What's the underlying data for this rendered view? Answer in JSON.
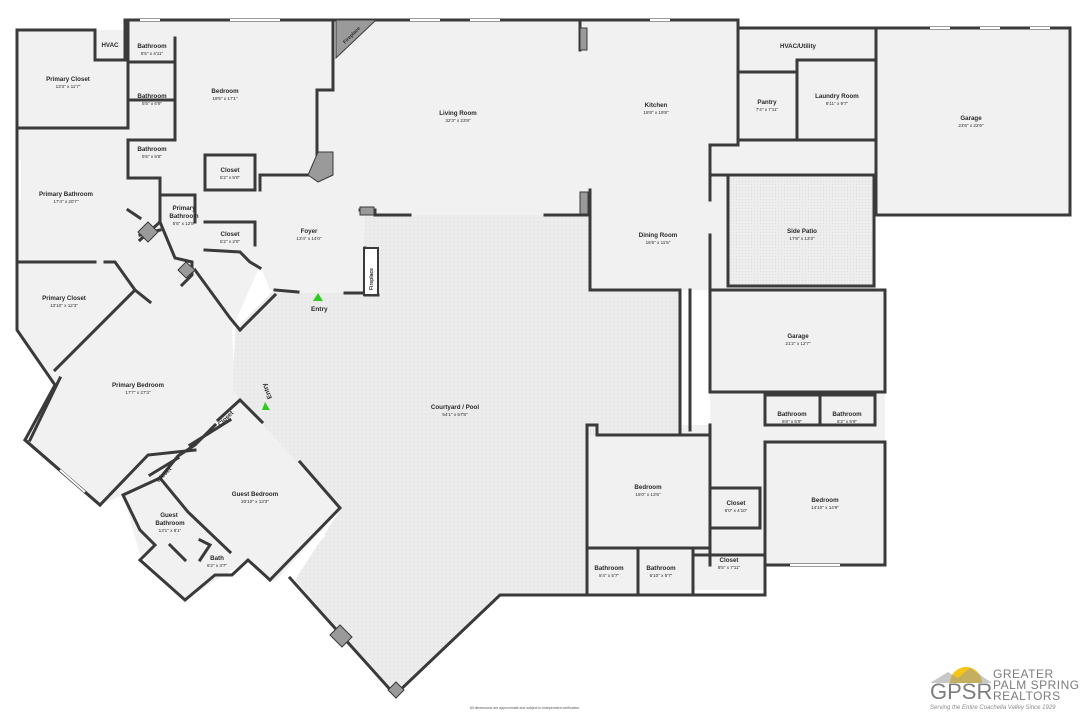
{
  "rooms": {
    "hvac": {
      "name": "HVAC"
    },
    "bath1": {
      "name": "Bathroom",
      "dim": "5'5\" x 4'11\""
    },
    "primary_closet": {
      "name": "Primary Closet",
      "dim": "13'3\" x 11'7\""
    },
    "bath2": {
      "name": "Bathroom",
      "dim": "5'5\" x 6'9\""
    },
    "bedroom_nw": {
      "name": "Bedroom",
      "dim": "19'5\" x 17'1\""
    },
    "bath3": {
      "name": "Bathroom",
      "dim": "5'5\" x 5'8\""
    },
    "closet_a": {
      "name": "Closet",
      "dim": "5'2\" x 5'0\""
    },
    "primary_bathroom": {
      "name": "Primary Bathroom",
      "dim": "17'4\" x 20'7\""
    },
    "primary_bathroom_small": {
      "name": "Primary Bathroom",
      "dim": "5'5\" x 12'8\""
    },
    "closet_b": {
      "name": "Closet",
      "dim": "5'2\" x 2'0\""
    },
    "foyer": {
      "name": "Foyer",
      "dim": "13'4\" x 14'0\""
    },
    "primary_closet2": {
      "name": "Primary Closet",
      "dim": "13'10\" x 12'3\""
    },
    "primary_bedroom": {
      "name": "Primary Bedroom",
      "dim": "17'7\" x 27'3\""
    },
    "living_room": {
      "name": "Living Room",
      "dim": "32'3\" x 23'8\""
    },
    "kitchen": {
      "name": "Kitchen",
      "dim": "18'8\" x 19'8\""
    },
    "hvac_utility": {
      "name": "HVAC/Utility"
    },
    "pantry": {
      "name": "Pantry",
      "dim": "7'4\" x 7'11\""
    },
    "laundry": {
      "name": "Laundry Room",
      "dim": "8'11\" x 9'7\""
    },
    "garage1": {
      "name": "Garage",
      "dim": "23'6\" x 22'6\""
    },
    "dining": {
      "name": "Dining Room",
      "dim": "16'6\" x 11'5\""
    },
    "side_patio": {
      "name": "Side Patio",
      "dim": "17'8\" x 13'3\""
    },
    "garage2": {
      "name": "Garage",
      "dim": "21'2\" x 12'7\""
    },
    "courtyard": {
      "name": "Courtyard / Pool",
      "dim": "54'1\" x 57'8\""
    },
    "bath_e1": {
      "name": "Bathroom",
      "dim": "6'8\" x 5'9\""
    },
    "bath_e2": {
      "name": "Bathroom",
      "dim": "6'2\" x 5'9\""
    },
    "bedroom_s": {
      "name": "Bedroom",
      "dim": "15'0\" x 13'6\""
    },
    "bedroom_se": {
      "name": "Bedroom",
      "dim": "14'10\" x 14'9\""
    },
    "closet_c": {
      "name": "Closet",
      "dim": "6'0\" x 4'10\""
    },
    "closet_d": {
      "name": "Closet",
      "dim": "8'5\" x 7'11\""
    },
    "bath_s1": {
      "name": "Bathroom",
      "dim": "5'4\" x 5'7\""
    },
    "bath_s2": {
      "name": "Bathroom",
      "dim": "6'10\" x 5'7\""
    },
    "guest_bedroom": {
      "name": "Guest Bedroom",
      "dim": "20'10\" x 13'3\""
    },
    "guest_bathroom": {
      "name": "Guest Bathroom",
      "dim": "13'1\" x 8'1\""
    },
    "bath_small": {
      "name": "Bath",
      "dim": "6'2\" x 3'7\""
    },
    "closet_guest1": {
      "name": "Closet"
    },
    "closet_guest2": {
      "name": "Closet"
    }
  },
  "labels": {
    "fireplace": "Fireplace",
    "entry": "Entry",
    "disclaimer": "All dimensions are approximate and subject to independent verification."
  },
  "logo": {
    "acronym": "GPSR",
    "line1": "GREATER",
    "line2": "PALM SPRINGS",
    "line3": "REALTORS",
    "tagline": "Serving the Entire Coachella Valley Since 1929"
  },
  "colors": {
    "wall": "#3a3a3a",
    "floor": "#f1f1f1",
    "entry_marker": "#2ecc1f",
    "logo_sun": "#f5c518"
  }
}
